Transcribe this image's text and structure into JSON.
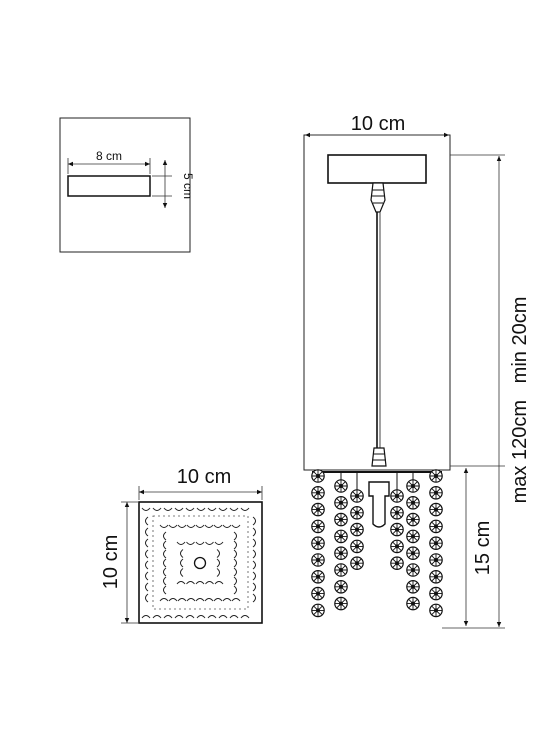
{
  "canopy_detail": {
    "width_label": "8 cm",
    "height_label": "5 cm"
  },
  "pendant_view": {
    "width_label": "10 cm",
    "drop_label": "max 120cm   min 20cm",
    "shade_height_label": "15 cm"
  },
  "top_view": {
    "width_label": "10 cm",
    "depth_label": "10 cm"
  },
  "colors": {
    "line": "#222222",
    "background": "#ffffff"
  }
}
